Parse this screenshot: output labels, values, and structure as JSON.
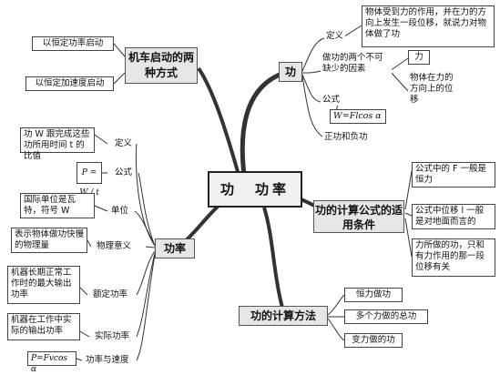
{
  "center_title": "功　功率",
  "work": {
    "title": "功",
    "definition_label": "定义",
    "definition_text": "物体受到力的作用，并在力的方向上发生一段位移，就说力对物体做了功",
    "factors_label": "做功的两个不可缺少的因素",
    "factor_force": "力",
    "factor_displacement": "物体在力的方向上的位移",
    "formula_label": "公式",
    "formula_text": "W=Flcos α",
    "pos_neg": "正功和负功"
  },
  "calc_formula": {
    "title": "功的计算公式的适用条件",
    "cond1": "公式中的 F 一般是恒力",
    "cond2": "公式中位移 l 一般是对地面而言的",
    "cond3": "力所做的功，只和有力作用的那一段位移有关"
  },
  "calc_method": {
    "title": "功的计算方法",
    "m1": "恒力做功",
    "m2": "多个力做的总功",
    "m3": "变力做的功"
  },
  "engine": {
    "title": "机车启动的两种方式",
    "opt1": "以恒定功率启动",
    "opt2": "以恒定加速度启动"
  },
  "power": {
    "title": "功率",
    "definition_label": "定义",
    "definition_text": "功 W 跟完成这些功所用时间 t 的比值",
    "formula_label": "公式",
    "formula_text": "P = W / t",
    "unit_label": "单位",
    "unit_text": "国际单位是瓦特，符号 W",
    "meaning_label": "物理意义",
    "meaning_text": "表示物体做功快慢的物理量",
    "rated_label": "额定功率",
    "rated_text": "机器长期正常工作时的最大输出功率",
    "actual_label": "实际功率",
    "actual_text": "机器在工作中实际的输出功率",
    "speed_label": "功率与速度",
    "speed_formula": "P=Fvcos α"
  }
}
